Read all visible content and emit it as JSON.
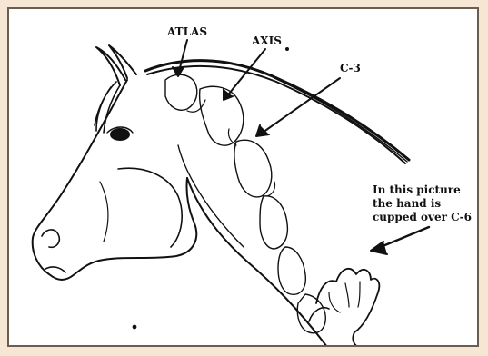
{
  "labels": {
    "atlas": "ATLAS",
    "axis": "AXIS",
    "c3": "C-3"
  },
  "note_lines": [
    "In this picture",
    "the hand is",
    "cupped over C-6"
  ],
  "colors": {
    "page_background": "#f6e7d4",
    "frame_border": "#6a5e52",
    "line": "#111111"
  }
}
